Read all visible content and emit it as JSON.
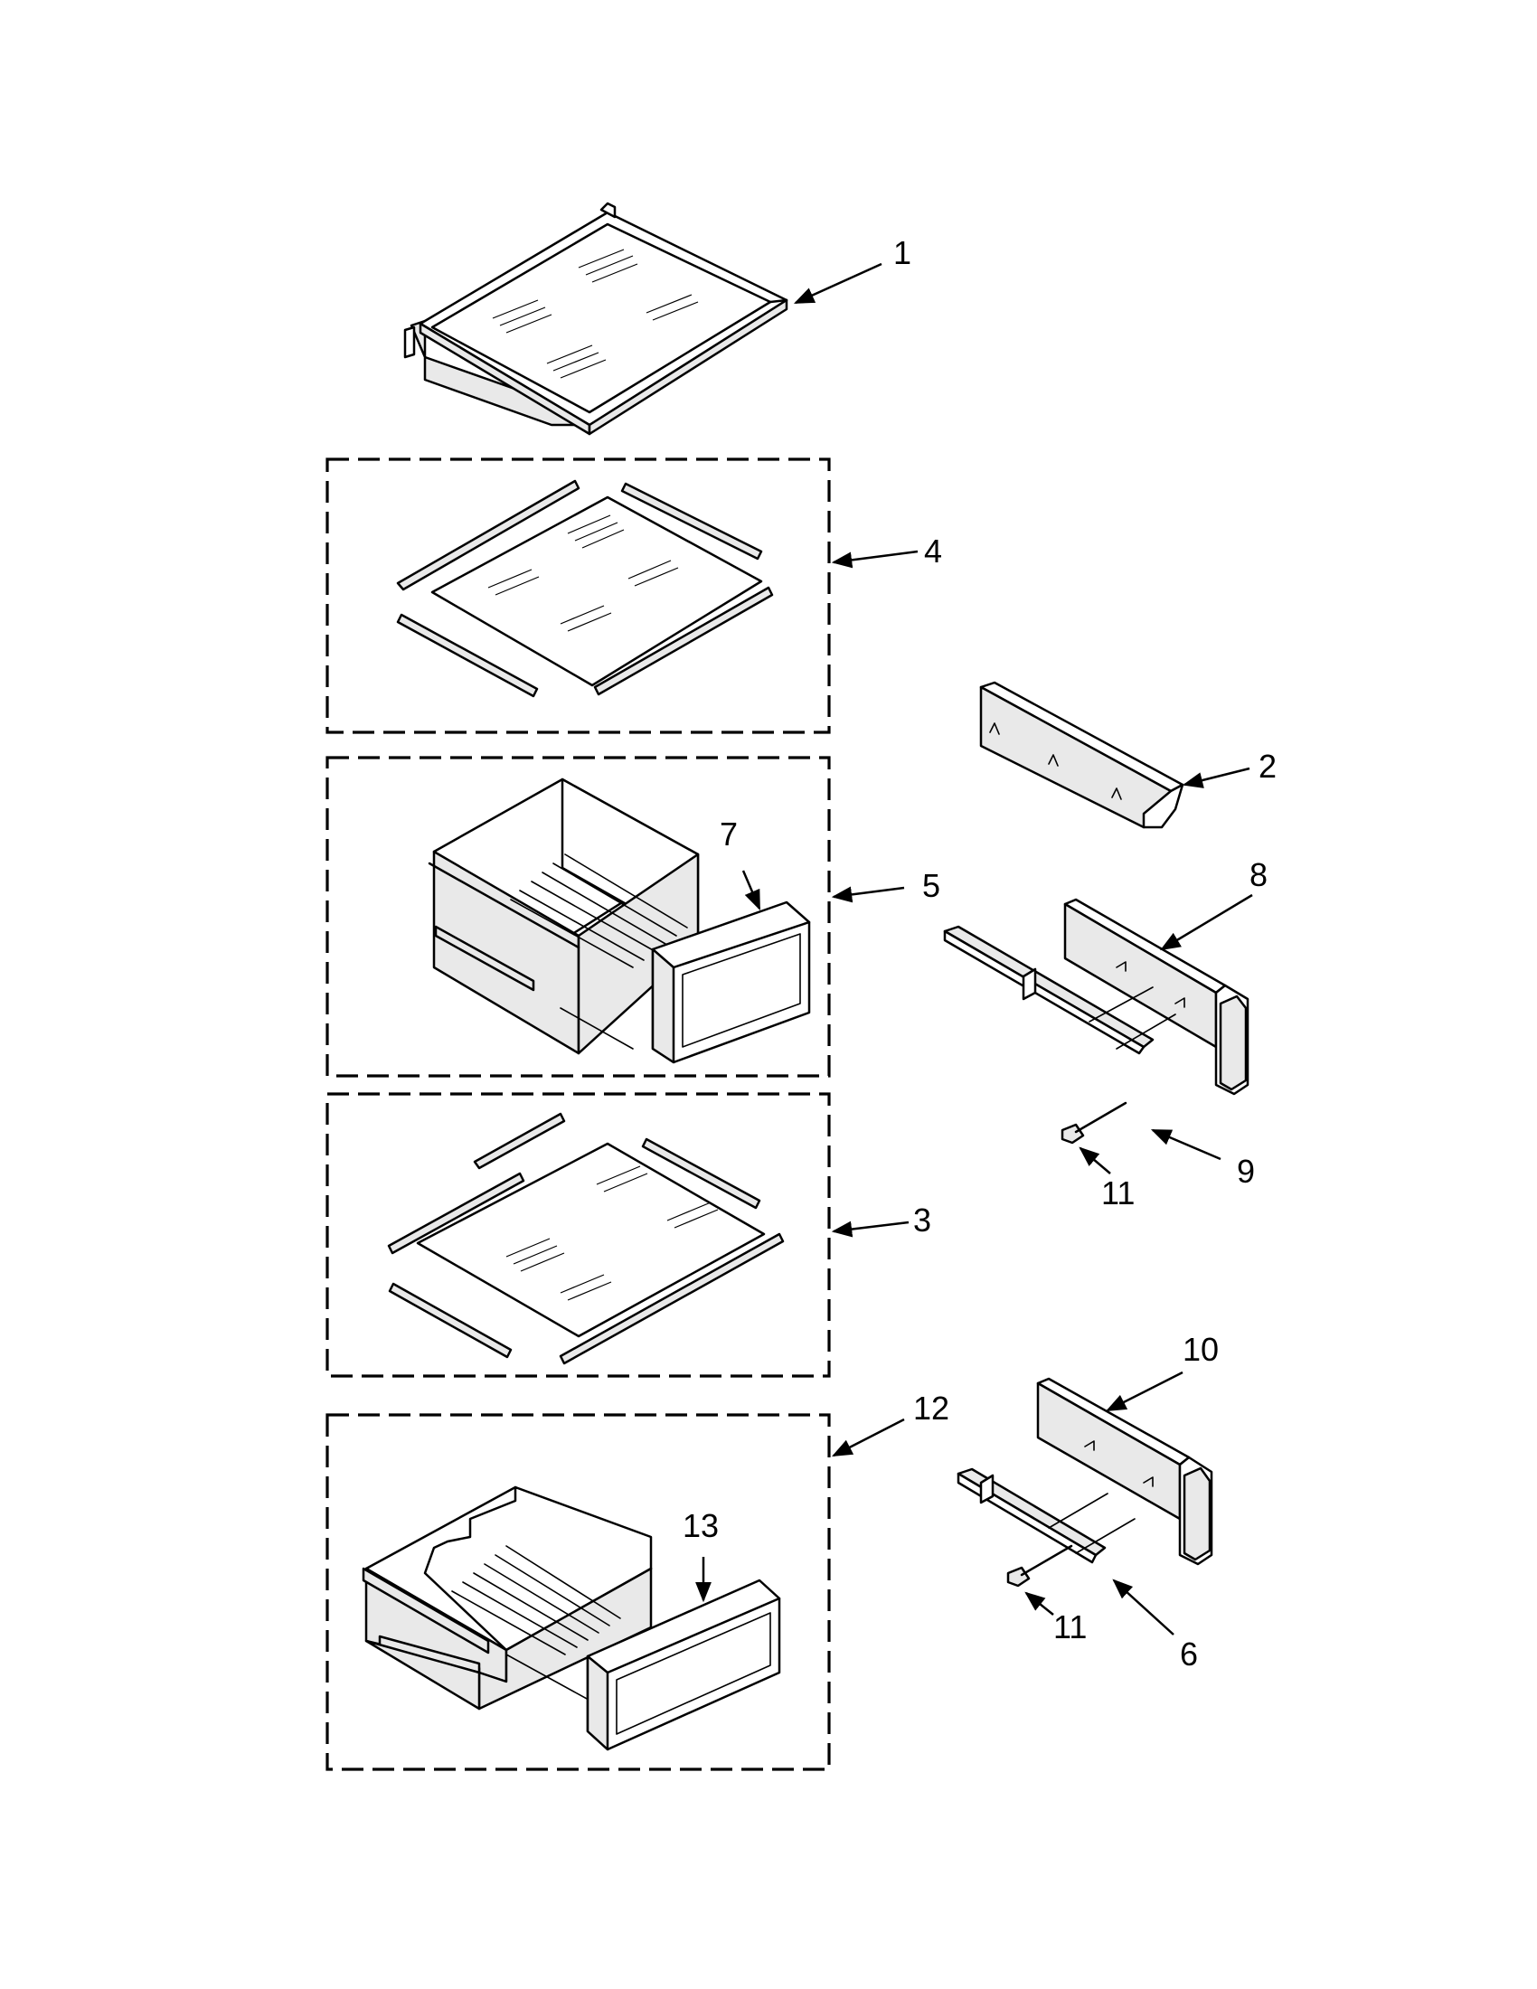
{
  "callouts": [
    {
      "id": "1",
      "text": "1"
    },
    {
      "id": "2",
      "text": "2"
    },
    {
      "id": "3",
      "text": "3"
    },
    {
      "id": "4",
      "text": "4"
    },
    {
      "id": "5",
      "text": "5"
    },
    {
      "id": "6",
      "text": "6"
    },
    {
      "id": "7",
      "text": "7"
    },
    {
      "id": "8",
      "text": "8"
    },
    {
      "id": "9",
      "text": "9"
    },
    {
      "id": "10",
      "text": "10"
    },
    {
      "id": "11a",
      "text": "11"
    },
    {
      "id": "11b",
      "text": "11"
    },
    {
      "id": "12",
      "text": "12"
    },
    {
      "id": "13",
      "text": "13"
    }
  ]
}
